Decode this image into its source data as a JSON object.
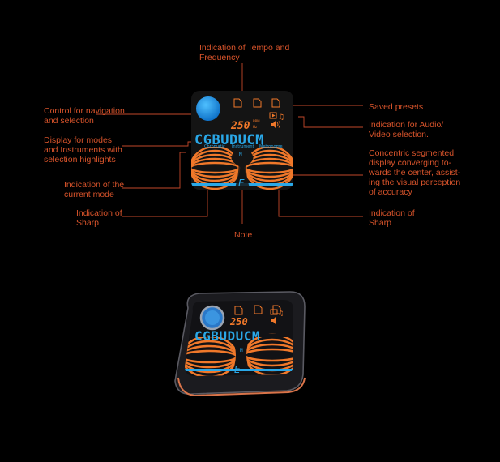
{
  "colors": {
    "annotation": "#d9542b",
    "accent_blue": "#2aa8e8",
    "accent_orange": "#f0782a",
    "screen": "#141414",
    "background": "#000000"
  },
  "annotations": {
    "tempo": "Indication of Tempo and\nFrequency",
    "control": "Control for navigation\nand selection",
    "display_modes": "Display for modes\nand Instruments with\nselection highlights",
    "current_mode": "Indication of the\ncurrent mode",
    "sharp_left": "Indication of\nSharp",
    "note": "Note",
    "saved_presets": "Saved presets",
    "audio_video": "Indication for Audio/\nVideo selection.",
    "concentric": "Concentric segmented\ndisplay converging to-\nwards the center, assist-\ning the visual perception\nof accuracy",
    "sharp_right": "Indication of\nSharp"
  },
  "device": {
    "tempo_value": "250",
    "tempo_unit_top": "BPM",
    "tempo_unit_bottom": "Hz",
    "mode_letters": "CGBUDUCM",
    "modes": [
      "Chromatic",
      "Instrument",
      "Metronome"
    ],
    "current_mode": "M",
    "note": "E",
    "preset_icons": [
      "file-1-icon",
      "file-2-icon",
      "file-3-icon"
    ],
    "control_icon": "knob-icon",
    "media_icons": [
      "play-icon",
      "music-icon",
      "speaker-icon"
    ]
  }
}
